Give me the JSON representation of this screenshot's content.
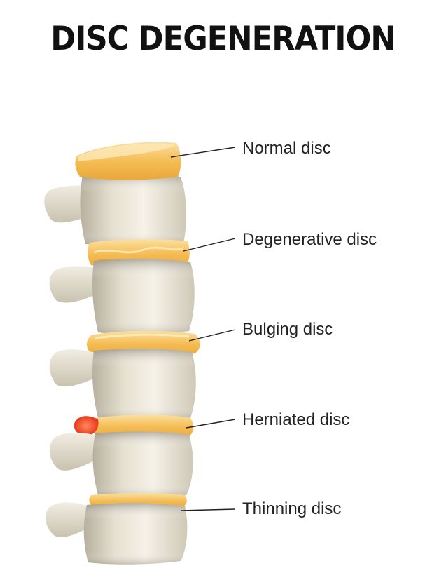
{
  "title": "DISC DEGENERATION",
  "labels": [
    "Normal disc",
    "Degenerative disc",
    "Bulging disc",
    "Herniated disc",
    "Thinning disc"
  ],
  "colors": {
    "bone_light": "#f2eee2",
    "bone_mid": "#d9d2bf",
    "bone_shadow": "#a39c8b",
    "disc_main": "#f6c15a",
    "disc_light": "#fbe3a4",
    "herniation": "#ef4a2a",
    "leader_line": "#222222",
    "title_text": "#111111"
  }
}
